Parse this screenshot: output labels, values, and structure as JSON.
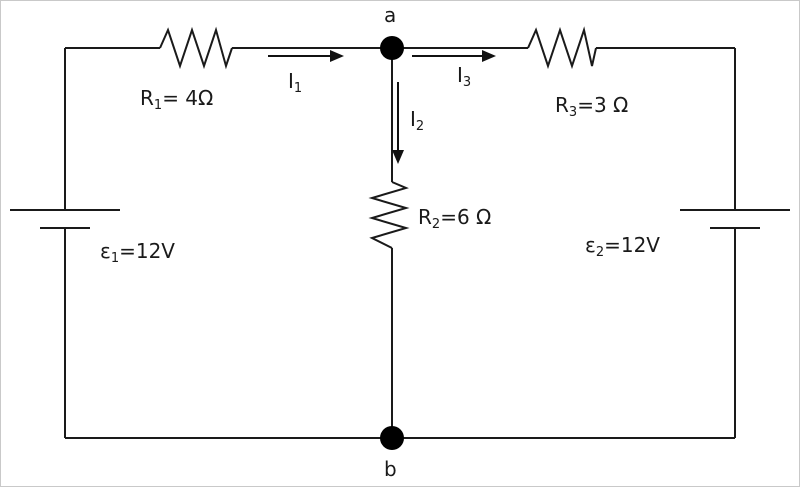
{
  "nodes": {
    "a": "a",
    "b": "b"
  },
  "resistors": [
    {
      "label": "R",
      "sub": "1",
      "value": "= 4Ω"
    },
    {
      "label": "R",
      "sub": "2",
      "value": "=6 Ω"
    },
    {
      "label": "R",
      "sub": "3",
      "value": "=3 Ω"
    }
  ],
  "currents": [
    {
      "label": "I",
      "sub": "1"
    },
    {
      "label": "I",
      "sub": "2"
    },
    {
      "label": "I",
      "sub": "3"
    }
  ],
  "sources": [
    {
      "label": "ε",
      "sub": "1",
      "value": "=12V"
    },
    {
      "label": "ε",
      "sub": "2",
      "value": "=12V"
    }
  ]
}
